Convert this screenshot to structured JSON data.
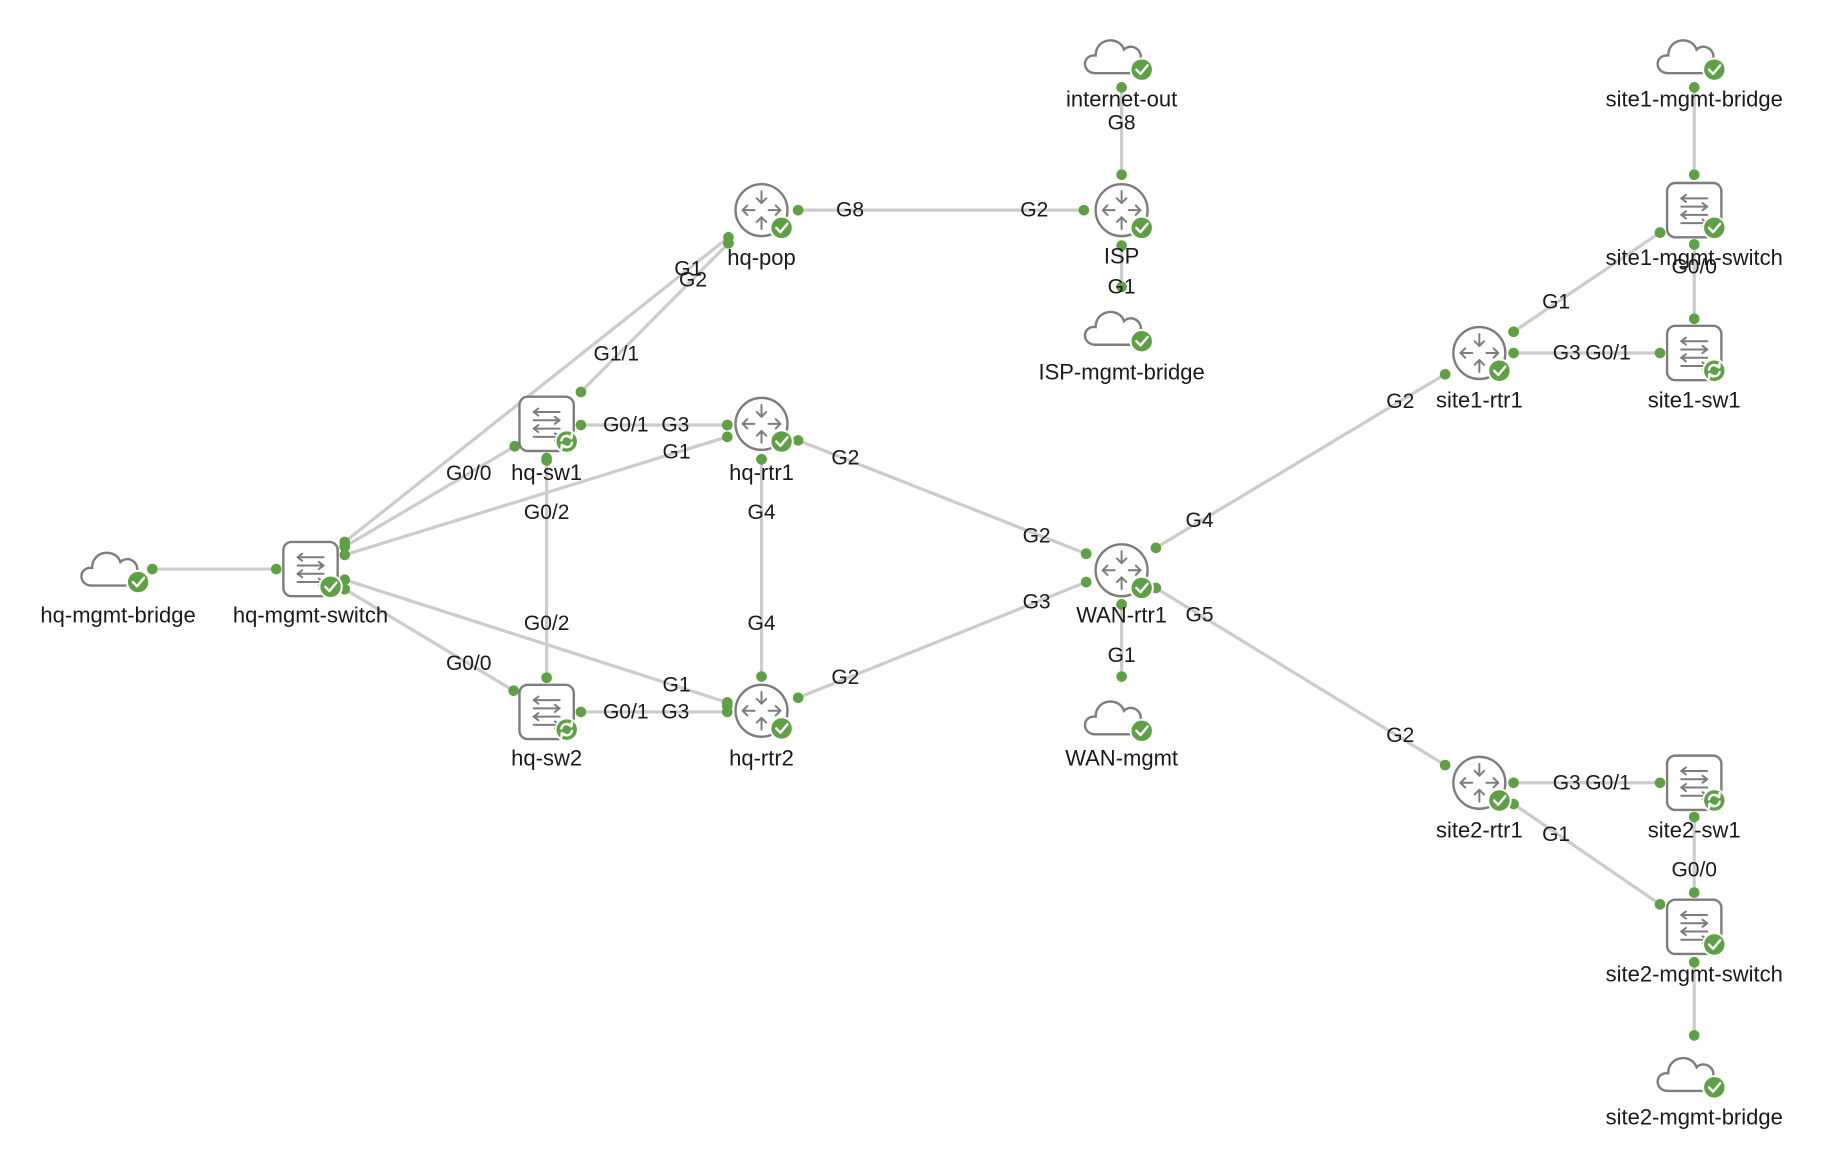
{
  "colors": {
    "status_ok": "#5fa046",
    "link": "#cccccc",
    "device_outline": "#7d7d7d"
  },
  "nodes": {
    "internet_out": {
      "label": "internet-out",
      "type": "cloud",
      "status": "check-icon"
    },
    "hq_pop": {
      "label": "hq-pop",
      "type": "router",
      "status": "check-icon"
    },
    "isp": {
      "label": "ISP",
      "type": "router",
      "status": "check-icon"
    },
    "isp_mgmt_bridge": {
      "label": "ISP-mgmt-bridge",
      "type": "cloud",
      "status": "check-icon"
    },
    "site1_mgmt_bridge": {
      "label": "site1-mgmt-bridge",
      "type": "cloud",
      "status": "check-icon"
    },
    "site1_mgmt_switch": {
      "label": "site1-mgmt-switch",
      "type": "switch",
      "status": "check-icon"
    },
    "site1_rtr1": {
      "label": "site1-rtr1",
      "type": "router",
      "status": "check-icon"
    },
    "site1_sw1": {
      "label": "site1-sw1",
      "type": "switch",
      "status": "sync-icon"
    },
    "hq_sw1": {
      "label": "hq-sw1",
      "type": "switch",
      "status": "sync-icon"
    },
    "hq_rtr1": {
      "label": "hq-rtr1",
      "type": "router",
      "status": "check-icon"
    },
    "hq_mgmt_bridge": {
      "label": "hq-mgmt-bridge",
      "type": "cloud",
      "status": "check-icon"
    },
    "hq_mgmt_switch": {
      "label": "hq-mgmt-switch",
      "type": "switch",
      "status": "check-icon"
    },
    "wan_rtr1": {
      "label": "WAN-rtr1",
      "type": "router",
      "status": "check-icon"
    },
    "hq_sw2": {
      "label": "hq-sw2",
      "type": "switch",
      "status": "sync-icon"
    },
    "hq_rtr2": {
      "label": "hq-rtr2",
      "type": "router",
      "status": "check-icon"
    },
    "wan_mgmt": {
      "label": "WAN-mgmt",
      "type": "cloud",
      "status": "check-icon"
    },
    "site2_rtr1": {
      "label": "site2-rtr1",
      "type": "router",
      "status": "check-icon"
    },
    "site2_sw1": {
      "label": "site2-sw1",
      "type": "switch",
      "status": "sync-icon"
    },
    "site2_mgmt_switch": {
      "label": "site2-mgmt-switch",
      "type": "switch",
      "status": "check-icon"
    },
    "site2_mgmt_bridge": {
      "label": "site2-mgmt-bridge",
      "type": "cloud",
      "status": "check-icon"
    }
  },
  "links": [
    {
      "from": "hq_pop",
      "to": "isp",
      "from_port": "G8",
      "to_port": "G2"
    },
    {
      "from": "internet_out",
      "to": "isp",
      "from_port": "",
      "to_port": "G8"
    },
    {
      "from": "isp",
      "to": "isp_mgmt_bridge",
      "from_port": "G1",
      "to_port": ""
    },
    {
      "from": "site1_mgmt_bridge",
      "to": "site1_mgmt_switch",
      "from_port": "",
      "to_port": ""
    },
    {
      "from": "site1_mgmt_switch",
      "to": "site1_rtr1",
      "from_port": "",
      "to_port": "G1"
    },
    {
      "from": "site1_mgmt_switch",
      "to": "site1_sw1",
      "from_port": "",
      "to_port": "G0/0"
    },
    {
      "from": "site1_rtr1",
      "to": "site1_sw1",
      "from_port": "G3",
      "to_port": "G0/1"
    },
    {
      "from": "site1_rtr1",
      "to": "wan_rtr1",
      "from_port": "G2",
      "to_port": "G4"
    },
    {
      "from": "hq_mgmt_switch",
      "to": "hq_pop",
      "from_port": "",
      "to_port": "G1"
    },
    {
      "from": "hq_sw1",
      "to": "hq_pop",
      "from_port": "G1/1",
      "to_port": "G2"
    },
    {
      "from": "hq_mgmt_switch",
      "to": "hq_sw1",
      "from_port": "",
      "to_port": "G0/0"
    },
    {
      "from": "hq_mgmt_switch",
      "to": "hq_rtr1",
      "from_port": "",
      "to_port": "G1"
    },
    {
      "from": "hq_sw1",
      "to": "hq_rtr1",
      "from_port": "G0/1",
      "to_port": "G3"
    },
    {
      "from": "hq_sw1",
      "to": "hq_sw2",
      "from_port": "G0/2",
      "to_port": "G0/2"
    },
    {
      "from": "hq_mgmt_bridge",
      "to": "hq_mgmt_switch",
      "from_port": "",
      "to_port": ""
    },
    {
      "from": "hq_mgmt_switch",
      "to": "hq_sw2",
      "from_port": "",
      "to_port": "G0/0"
    },
    {
      "from": "hq_mgmt_switch",
      "to": "hq_rtr2",
      "from_port": "",
      "to_port": "G1"
    },
    {
      "from": "hq_sw2",
      "to": "hq_rtr2",
      "from_port": "G0/1",
      "to_port": "G3"
    },
    {
      "from": "hq_rtr1",
      "to": "hq_rtr2",
      "from_port": "G4",
      "to_port": "G4"
    },
    {
      "from": "hq_rtr1",
      "to": "wan_rtr1",
      "from_port": "G2",
      "to_port": "G2"
    },
    {
      "from": "hq_rtr2",
      "to": "wan_rtr1",
      "from_port": "G2",
      "to_port": "G3"
    },
    {
      "from": "wan_rtr1",
      "to": "wan_mgmt",
      "from_port": "G1",
      "to_port": ""
    },
    {
      "from": "wan_rtr1",
      "to": "site2_rtr1",
      "from_port": "G5",
      "to_port": "G2"
    },
    {
      "from": "site2_rtr1",
      "to": "site2_sw1",
      "from_port": "G3",
      "to_port": "G0/1"
    },
    {
      "from": "site2_rtr1",
      "to": "site2_mgmt_switch",
      "from_port": "G1",
      "to_port": ""
    },
    {
      "from": "site2_sw1",
      "to": "site2_mgmt_switch",
      "from_port": "G0/0",
      "to_port": ""
    },
    {
      "from": "site2_mgmt_switch",
      "to": "site2_mgmt_bridge",
      "from_port": "",
      "to_port": ""
    }
  ]
}
